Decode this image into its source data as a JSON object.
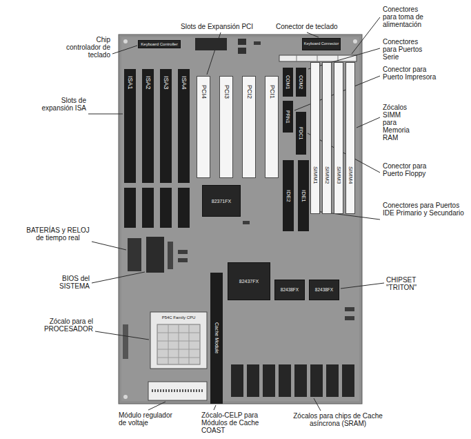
{
  "diagram": {
    "nodes": [
      {
        "text": [
          "Keyboard Controller"
        ]
      },
      {
        "text": [
          "Keyboard Connector"
        ]
      },
      {
        "text": [
          "ISA1"
        ]
      },
      {
        "text": [
          "ISA2"
        ]
      },
      {
        "text": [
          "ISA3"
        ]
      },
      {
        "text": [
          "ISA4"
        ]
      },
      {
        "text": [
          "PCI4"
        ]
      },
      {
        "text": [
          "PCI3"
        ]
      },
      {
        "text": [
          "PCI2"
        ]
      },
      {
        "text": [
          "PCI1"
        ]
      },
      {
        "text": [
          "COM1"
        ]
      },
      {
        "text": [
          "COM2"
        ]
      },
      {
        "text": [
          "PRN1"
        ]
      },
      {
        "text": [
          "FDC1"
        ]
      },
      {
        "text": [
          "SIMM1"
        ]
      },
      {
        "text": [
          "SIMM2"
        ]
      },
      {
        "text": [
          "SIMM3"
        ]
      },
      {
        "text": [
          "SIMM4"
        ]
      },
      {
        "text": [
          "IDE2"
        ]
      },
      {
        "text": [
          "IDE1"
        ]
      },
      {
        "text": [
          "82371FX"
        ]
      },
      {
        "text": [
          "82437FX"
        ]
      },
      {
        "text": [
          "82438FX"
        ]
      },
      {
        "text": [
          "82438FX"
        ]
      },
      {
        "text": [
          "P54C Family CPU"
        ]
      },
      {
        "text": [
          "Cache Module"
        ]
      }
    ],
    "labels": [
      "Slots de Expansión PCI",
      "Conector de teclado",
      "Conectores para toma de alimentación",
      "Chip controlador de teclado",
      "Conectores para Puertos Serie",
      "Slots de expansión ISA",
      "Conector para Puerto Impresora",
      "Zócalos SIMM para Memoria RAM",
      "Conector para Puerto Floppy",
      "BATERÍAS y RELOJ de tiempo real",
      "Conectores para Puertos IDE Primario y Secundario",
      "BIOS del SISTEMA",
      "CHIPSET \"TRITON\"",
      "Zócalo para el PROCESADOR",
      "Módulo regulador de voltaje",
      "Zócalo-CELP para Módulos de Cache COAST",
      "Zócalos para chips de Cache asíncrona (SRAM)"
    ]
  }
}
